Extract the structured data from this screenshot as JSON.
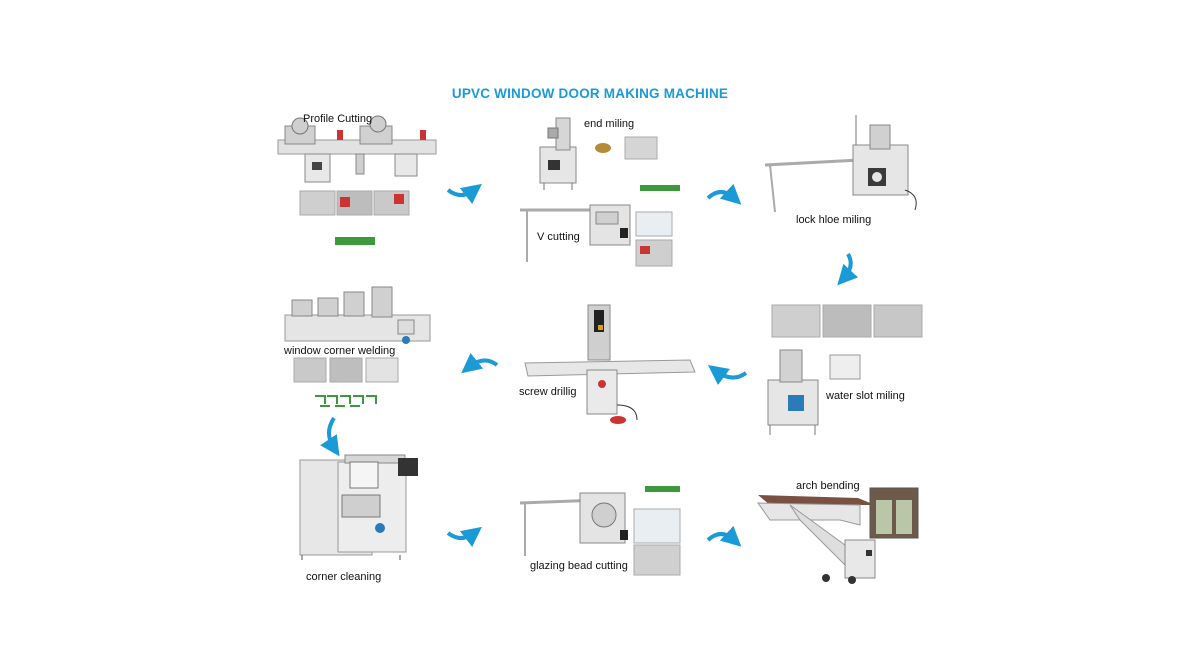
{
  "title": "UPVC WINDOW DOOR MAKING MACHINE",
  "steps": {
    "profile_cutting": "Profile Cutting",
    "end_milling": "end miling",
    "v_cutting": "V cutting",
    "lock_hole_milling": "lock hloe miling",
    "water_slot_milling": "water slot miling",
    "screw_drilling": "screw drillig",
    "corner_welding": "window corner welding",
    "corner_cleaning": "corner cleaning",
    "glazing_bead_cutting": "glazing bead cutting",
    "arch_bending": "arch bending"
  },
  "colors": {
    "title": "#1a9ad6",
    "arrow": "#1a9ad6",
    "machine_body": "#e6e6e6",
    "machine_dark": "#3a3a3a"
  },
  "icons": [
    "arrow-right-icon",
    "arrow-down-icon",
    "arrow-left-icon"
  ]
}
